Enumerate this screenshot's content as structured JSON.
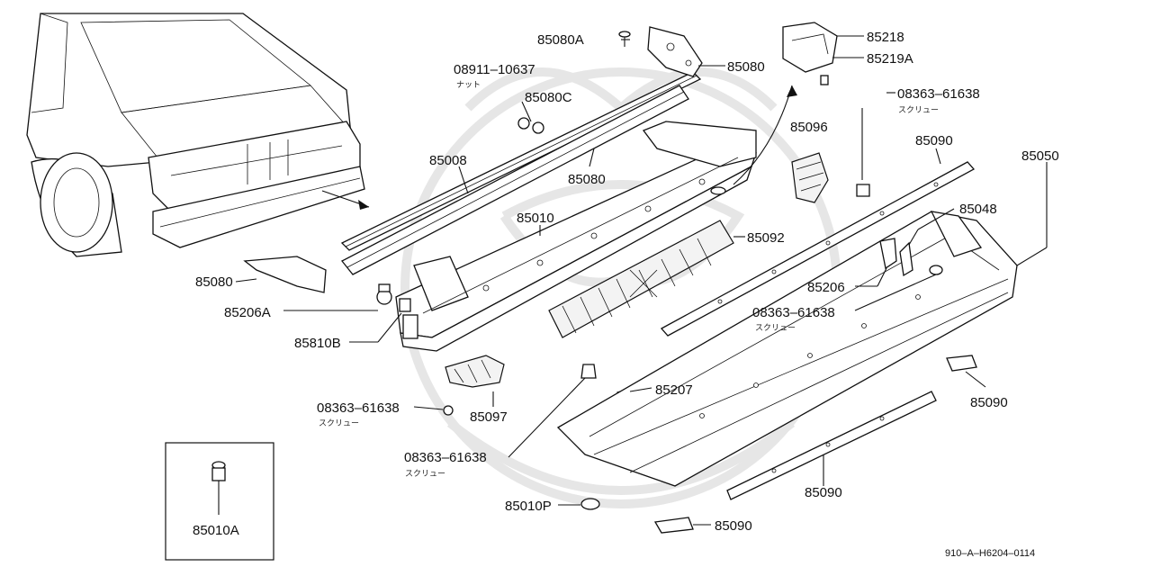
{
  "diagram": {
    "doc_code": "910–A–H6204–0114",
    "labels": {
      "p85080A": "85080A",
      "p85080_top": "85080",
      "p08911": "08911–10637",
      "p08911_sub": "ナット",
      "p85080C": "85080C",
      "p85008": "85008",
      "p85080_mid": "85080",
      "p85010": "85010",
      "p85080_left": "85080",
      "p85206A": "85206A",
      "p85810B": "85810B",
      "p85218": "85218",
      "p85219A": "85219A",
      "p85096": "85096",
      "p08363_a": "08363–61638",
      "p08363_a_sub": "スクリュー",
      "p85090_top": "85090",
      "p85050": "85050",
      "p85048": "85048",
      "p85092": "85092",
      "p85206": "85206",
      "p08363_b": "08363–61638",
      "p08363_b_sub": "スクリュー",
      "p85090_right": "85090",
      "p08363_c": "08363–61638",
      "p08363_c_sub": "スクリュー",
      "p85097": "85097",
      "p85207": "85207",
      "p08363_d": "08363–61638",
      "p08363_d_sub": "スクリュー",
      "p85090_bottom": "85090",
      "p85010P": "85010P",
      "p85090_lowest": "85090",
      "p85010A": "85010A"
    }
  }
}
